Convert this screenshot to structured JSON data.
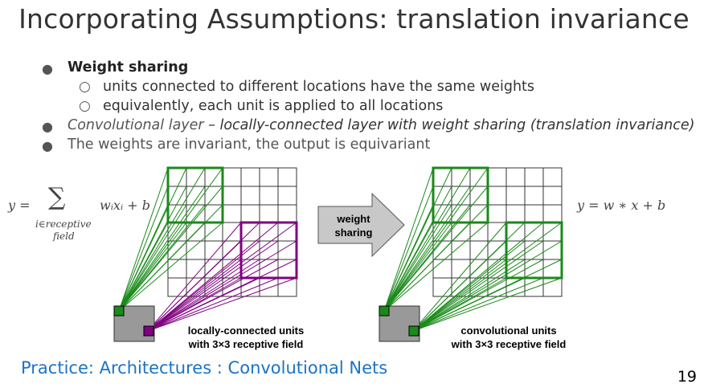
{
  "title": "Incorporating Assumptions: translation invariance",
  "bullets": {
    "b1": "Weight sharing",
    "b1_sub1": "units connected to different locations have the same weights",
    "b1_sub2": "equivalently, each unit is applied to all locations",
    "b2_italic": "Convolutional layer",
    "b2_rest": " – locally-connected layer with weight sharing (translation invariance)",
    "b3": "The weights are invariant, the output is equivariant"
  },
  "formula_left": {
    "lhs": "y =",
    "sigma": "∑",
    "term": "wᵢxᵢ + b",
    "sub1": "i∈receptive",
    "sub2": "field"
  },
  "formula_right": "y = w ∗ x + b",
  "arrow_label_1": "weight",
  "arrow_label_2": "sharing",
  "caption_left_1": "locally-connected units",
  "caption_left_2": "with 3×3 receptive field",
  "caption_right_1": "convolutional units",
  "caption_right_2": "with 3×3 receptive field",
  "footer": "Practice: Architectures : Convolutional Nets",
  "page_number": "19",
  "colors": {
    "green": "#1a8a1a",
    "purple": "#800080",
    "footer_blue": "#1a73c8",
    "arrow_gray": "#c8c8c8"
  }
}
